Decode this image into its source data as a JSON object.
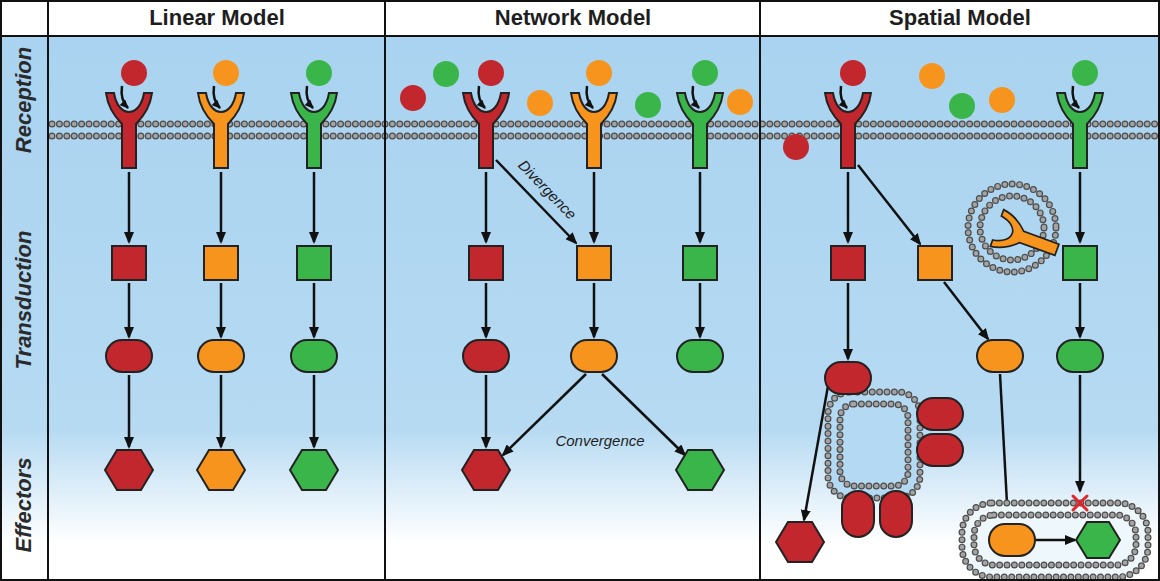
{
  "diagram": {
    "nodes": [
      {
        "text": [
          "Linear Model"
        ]
      },
      {
        "text": [
          "Network Model"
        ]
      },
      {
        "text": [
          "Spatial Model"
        ]
      }
    ],
    "labels": [
      "Reception",
      "Transduction",
      "Effectors",
      "Divergence",
      "Convergence"
    ]
  }
}
